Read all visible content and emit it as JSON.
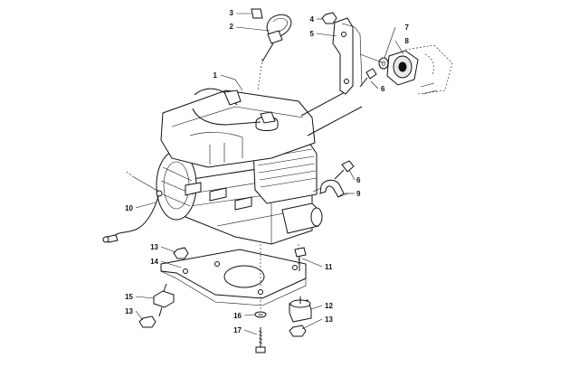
{
  "callouts": [
    {
      "id": "c1",
      "label": "1"
    },
    {
      "id": "c2",
      "label": "2"
    },
    {
      "id": "c3",
      "label": "3"
    },
    {
      "id": "c4",
      "label": "4"
    },
    {
      "id": "c5",
      "label": "5"
    },
    {
      "id": "c6a",
      "label": "6"
    },
    {
      "id": "c6b",
      "label": "6"
    },
    {
      "id": "c7",
      "label": "7"
    },
    {
      "id": "c8",
      "label": "8"
    },
    {
      "id": "c9",
      "label": "9"
    },
    {
      "id": "c10",
      "label": "10"
    },
    {
      "id": "c11",
      "label": "11"
    },
    {
      "id": "c12",
      "label": "12"
    },
    {
      "id": "c13a",
      "label": "13"
    },
    {
      "id": "c13b",
      "label": "13"
    },
    {
      "id": "c13c",
      "label": "13"
    },
    {
      "id": "c14",
      "label": "14"
    },
    {
      "id": "c15",
      "label": "15"
    },
    {
      "id": "c16",
      "label": "16"
    },
    {
      "id": "c17",
      "label": "17"
    }
  ]
}
